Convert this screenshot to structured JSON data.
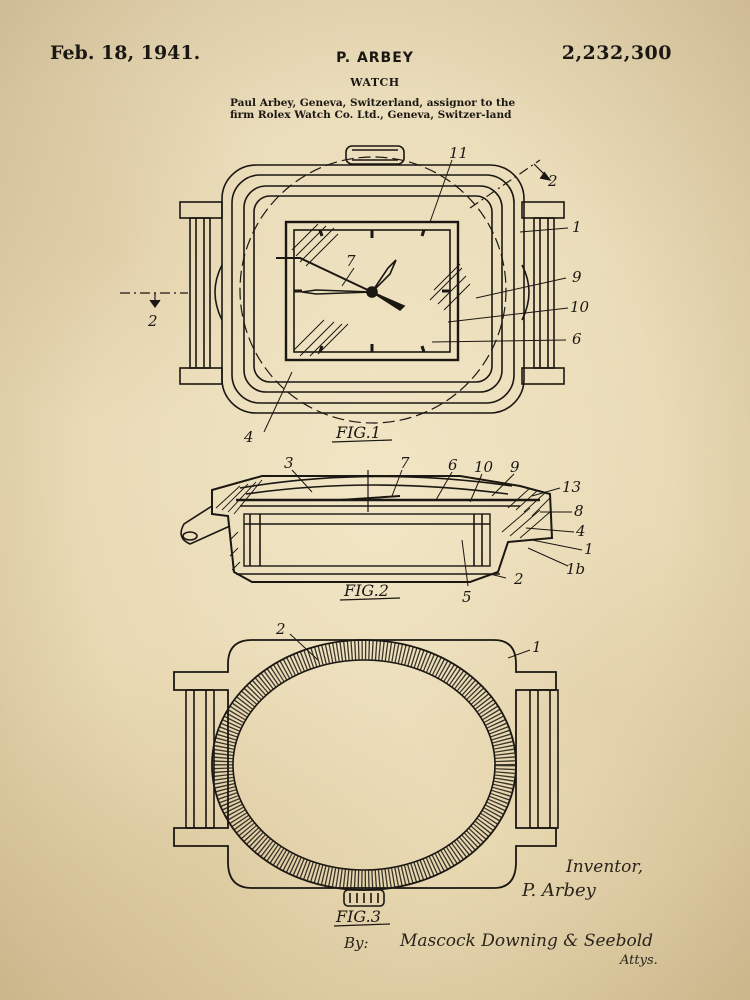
{
  "header": {
    "date": "Feb. 18, 1941.",
    "inventor": "P. ARBEY",
    "patent_number": "2,232,300",
    "title": "WATCH",
    "assignment": "Paul Arbey, Geneva, Switzerland, assignor to the firm Rolex Watch Co. Ltd., Geneva, Switzer-land"
  },
  "figures": {
    "fig1": "FIG.1",
    "fig2": "FIG.2",
    "fig3": "FIG.3"
  },
  "fig1_refs": {
    "r11": "11",
    "r2a": "2",
    "r2b": "2",
    "r1": "1",
    "r9": "9",
    "r10": "10",
    "r6": "6",
    "r7": "7",
    "r4": "4"
  },
  "fig2_refs": {
    "r3": "3",
    "r7": "7",
    "r6": "6",
    "r10": "10",
    "r9": "9",
    "r13": "13",
    "r8": "8",
    "r4": "4",
    "r1": "1",
    "r1b": "1b",
    "r2": "2",
    "r5": "5"
  },
  "fig3_refs": {
    "r2": "2",
    "r1": "1"
  },
  "signature": {
    "line1": "Inventor,",
    "line2": "P. Arbey",
    "by": "By:",
    "attorneys": "Mascock Downing & Seebold",
    "atty": "Attys."
  },
  "colors": {
    "paper": "#eadcb7",
    "ink": "#1b1712"
  }
}
